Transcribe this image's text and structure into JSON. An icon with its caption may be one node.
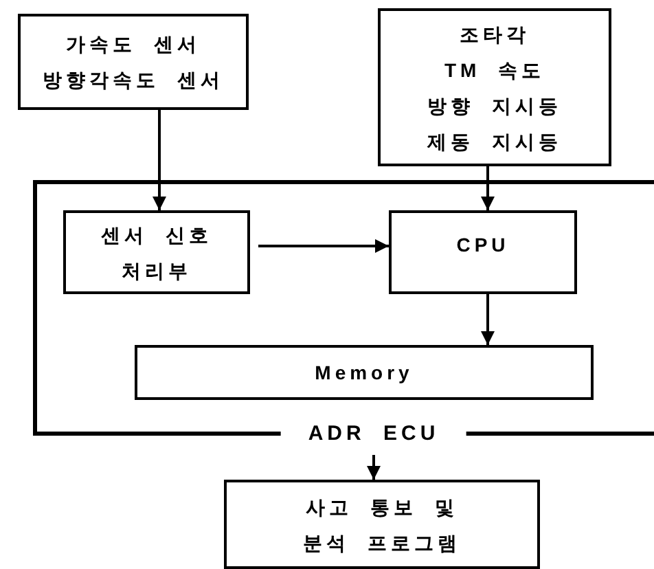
{
  "diagram": {
    "nodes": [
      {
        "text": [
          "가속도 센서 방향각속도 센서"
        ]
      },
      {
        "text": [
          "조타각 TM 속도 방향 지시등 제동 지시등"
        ]
      },
      {
        "text": [
          "ADR ECU"
        ]
      },
      {
        "text": [
          "센서 신호 처리부"
        ],
        "in": 2
      },
      {
        "text": [
          "CPU"
        ],
        "in": 2
      },
      {
        "text": [
          "Memory"
        ],
        "in": 2
      },
      {
        "text": [
          "사고 통보 및 분석 프로그램"
        ]
      }
    ],
    "edges": [
      {
        "from": 0,
        "to": 3,
        "arrow": "to"
      },
      {
        "from": 1,
        "to": 4,
        "arrow": "to"
      },
      {
        "from": 3,
        "to": 4,
        "arrow": "to"
      },
      {
        "from": 4,
        "to": 5,
        "arrow": "to"
      },
      {
        "from": 2,
        "to": 6,
        "arrow": "to"
      }
    ]
  }
}
